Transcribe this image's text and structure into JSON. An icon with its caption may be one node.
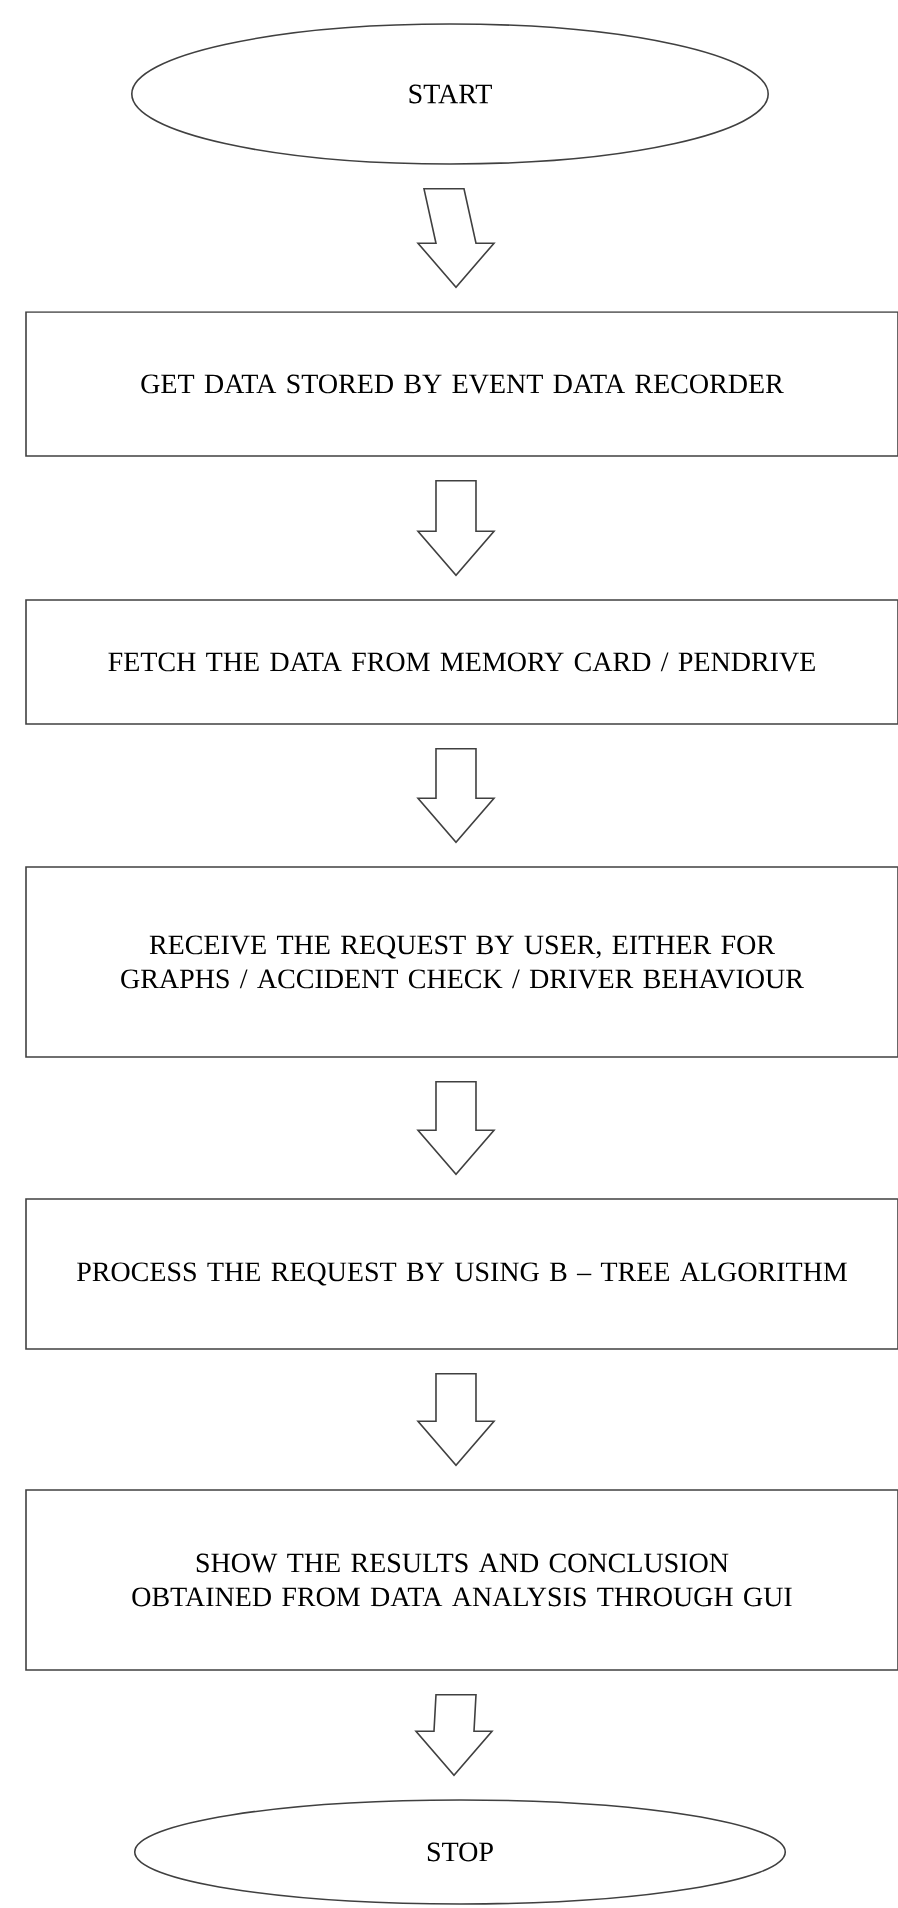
{
  "diagram": {
    "nodes": [
      {
        "text": [
          "START"
        ]
      },
      {
        "text": [
          "GET DATA STORED BY EVENT DATA RECORDER"
        ]
      },
      {
        "text": [
          "FETCH THE DATA FROM MEMORY CARD / PENDRIVE"
        ]
      },
      {
        "text": [
          "RECEIVE THE REQUEST BY USER, EITHER FOR GRAPHS / ACCIDENT CHECK / DRIVER BEHAVIOUR"
        ]
      },
      {
        "text": [
          "PROCESS THE REQUEST BY USING B – TREE ALGORITHM"
        ]
      },
      {
        "text": [
          "SHOW THE RESULTS AND CONCLUSION OBTAINED FROM DATA ANALYSIS THROUGH GUI"
        ]
      },
      {
        "text": [
          "STOP"
        ]
      }
    ],
    "edges": [
      {
        "from": 0,
        "to": 1,
        "arrow": "to"
      },
      {
        "from": 1,
        "to": 2,
        "arrow": "to"
      },
      {
        "from": 2,
        "to": 3,
        "arrow": "to"
      },
      {
        "from": 3,
        "to": 4,
        "arrow": "to"
      },
      {
        "from": 4,
        "to": 5,
        "arrow": "to"
      },
      {
        "from": 5,
        "to": 6,
        "arrow": "to"
      }
    ]
  }
}
